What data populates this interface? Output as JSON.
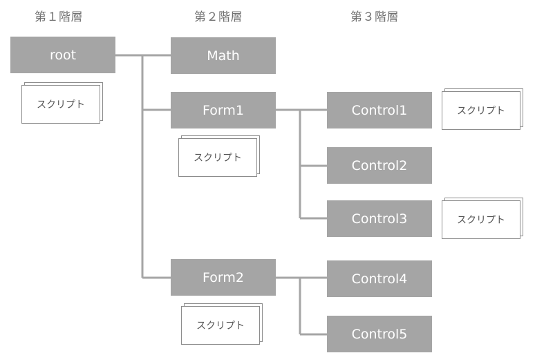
{
  "levels": {
    "level1": "第１階層",
    "level2": "第２階層",
    "level3": "第３階層"
  },
  "nodes": {
    "root": "root",
    "math": "Math",
    "form1": "Form1",
    "form2": "Form2",
    "control1": "Control1",
    "control2": "Control2",
    "control3": "Control3",
    "control4": "Control4",
    "control5": "Control5"
  },
  "script_label": "スクリプト",
  "colors": {
    "node_fill": "#a5a5a5",
    "connector": "#a5a5a5",
    "header_text": "#6f6f6f"
  }
}
